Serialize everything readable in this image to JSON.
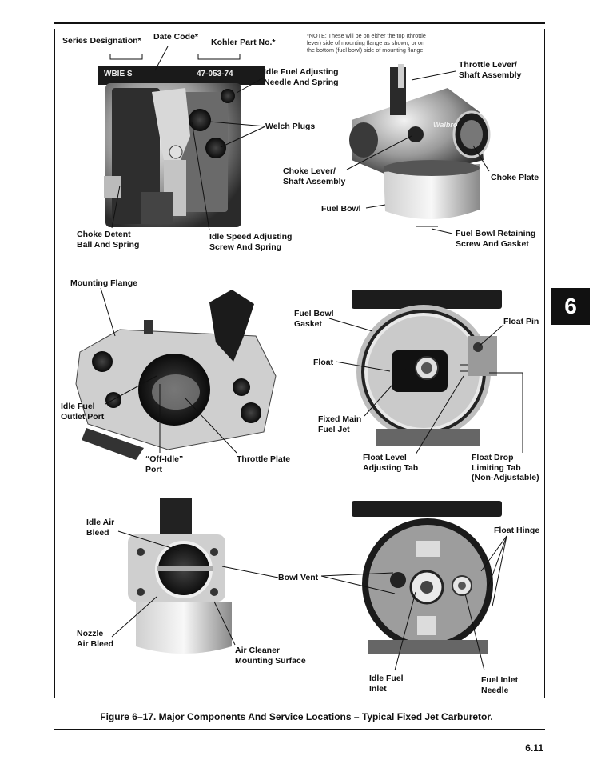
{
  "tab_number": "6",
  "note": "*NOTE: These will be on either the top (throttle\nlever) side of mounting flange as shown, or on\nthe bottom (fuel bowl) side of mounting flange.",
  "panel1": {
    "series_designation": "Series Designation*",
    "date_code": "Date Code*",
    "kohler_part_no": "Kohler Part No.*",
    "idle_fuel_adjusting": "Idle Fuel Adjusting\nNeedle And Spring",
    "welch_plugs": "Welch Plugs",
    "choke_detent": "Choke Detent\nBall And Spring",
    "idle_speed_adjusting": "Idle Speed Adjusting\nScrew And Spring",
    "stamp_left": "WBIE S",
    "stamp_right": "47-053-74"
  },
  "panel2": {
    "throttle_lever": "Throttle Lever/\nShaft Assembly",
    "choke_lever": "Choke Lever/\nShaft Assembly",
    "choke_plate": "Choke Plate",
    "fuel_bowl": "Fuel Bowl",
    "fuel_bowl_retaining": "Fuel Bowl Retaining\nScrew And Gasket",
    "brand": "Walbro"
  },
  "panel3": {
    "mounting_flange": "Mounting Flange",
    "idle_fuel_outlet": "Idle Fuel\nOutlet Port",
    "off_idle": "“Off-Idle”\nPort",
    "throttle_plate": "Throttle Plate"
  },
  "panel4": {
    "fuel_bowl_gasket": "Fuel Bowl\nGasket",
    "float_pin": "Float Pin",
    "float": "Float",
    "fixed_main_jet": "Fixed Main\nFuel Jet",
    "float_level_tab": "Float Level\nAdjusting Tab",
    "float_drop_tab": "Float Drop\nLimiting Tab\n(Non-Adjustable)"
  },
  "panel5": {
    "idle_air_bleed": "Idle Air\nBleed",
    "bowl_vent": "Bowl Vent",
    "nozzle_air_bleed": "Nozzle\nAir Bleed",
    "air_cleaner": "Air Cleaner\nMounting Surface"
  },
  "panel6": {
    "float_hinge": "Float Hinge",
    "idle_fuel_inlet": "Idle Fuel\nInlet",
    "fuel_inlet_needle": "Fuel Inlet\nNeedle"
  },
  "caption": "Figure 6–17. Major Components And Service Locations – Typical Fixed Jet Carburetor.",
  "page_number": "6.11"
}
